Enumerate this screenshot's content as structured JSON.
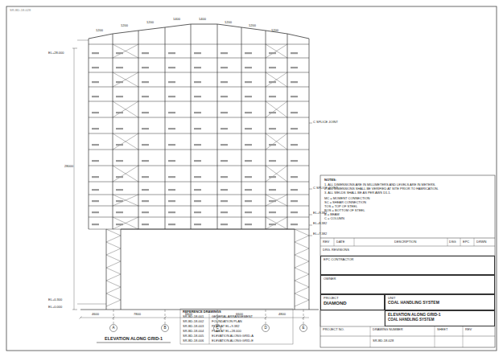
{
  "diagram": {
    "nodes": [
      {
        "text": [
          "EPC CONTRACTOR"
        ]
      },
      {
        "text": [
          "OWNER"
        ]
      },
      {
        "text": [
          "PROJECT",
          "DIAMOND"
        ]
      },
      {
        "text": [
          "UNIT",
          "COAL HANDLING SYSTEM"
        ]
      },
      {
        "text": [
          "ELEVATION ALONG GRID-1",
          "COAL HANDLING SYSTEM"
        ]
      }
    ],
    "labels": [
      "SR-BD-18-028",
      "EL+28.000",
      "28000",
      "EL+0.300",
      "EL+0.000",
      "C SPLICE JOINT",
      "C SPLICE JOINT",
      "EL+9.382",
      "EL+8.382",
      "EL+7.382",
      "1200",
      "1200",
      "1200",
      "1400",
      "1400",
      "1200",
      "1200",
      "1200",
      "4600",
      "7800",
      "6600",
      "6600",
      "4800",
      "A",
      "B",
      "C",
      "D",
      "E",
      "ELEVATION ALONG GRID-1",
      "REFERENCE DRAWINGS",
      "SR-BD-18-001",
      "SR-BD-18-002",
      "SR-BD-18-003",
      "SR-BD-18-004",
      "SR-BD-18-005",
      "SR-BD-18-006",
      "GENERAL ARRANGEMENT",
      "FOUNDATION PLAN",
      "PLAN AT EL+9.382",
      "PLAN AT EL+28.000",
      "ELEVATION ALONG GRID-A",
      "ELEVATION ALONG GRID-E",
      "NOTES:",
      "1. ALL DIMENSIONS ARE IN MILLIMETERS AND LEVELS ARE IN METERS.",
      "2. ALL DIMENSIONS SHALL BE VERIFIED AT SITE PRIOR TO FABRICATION.",
      "3. ALL WELDS SHALL BE AS PER AWS D1.1.",
      "MC = MOMENT CONNECTION",
      "SC = SHEAR CONNECTION",
      "TOS = TOP OF STEEL",
      "BOS = BOTTOM OF STEEL",
      "B = BEAM",
      "C = COLUMN",
      "REV",
      "DATE",
      "DESCRIPTION",
      "DSG",
      "EPC",
      "DRWN",
      "DRG. REVISIONS",
      "PROJECT NO.",
      "DRAWING NUMBER",
      "SHEET",
      "REV",
      "SR-BD-18-028"
    ]
  }
}
